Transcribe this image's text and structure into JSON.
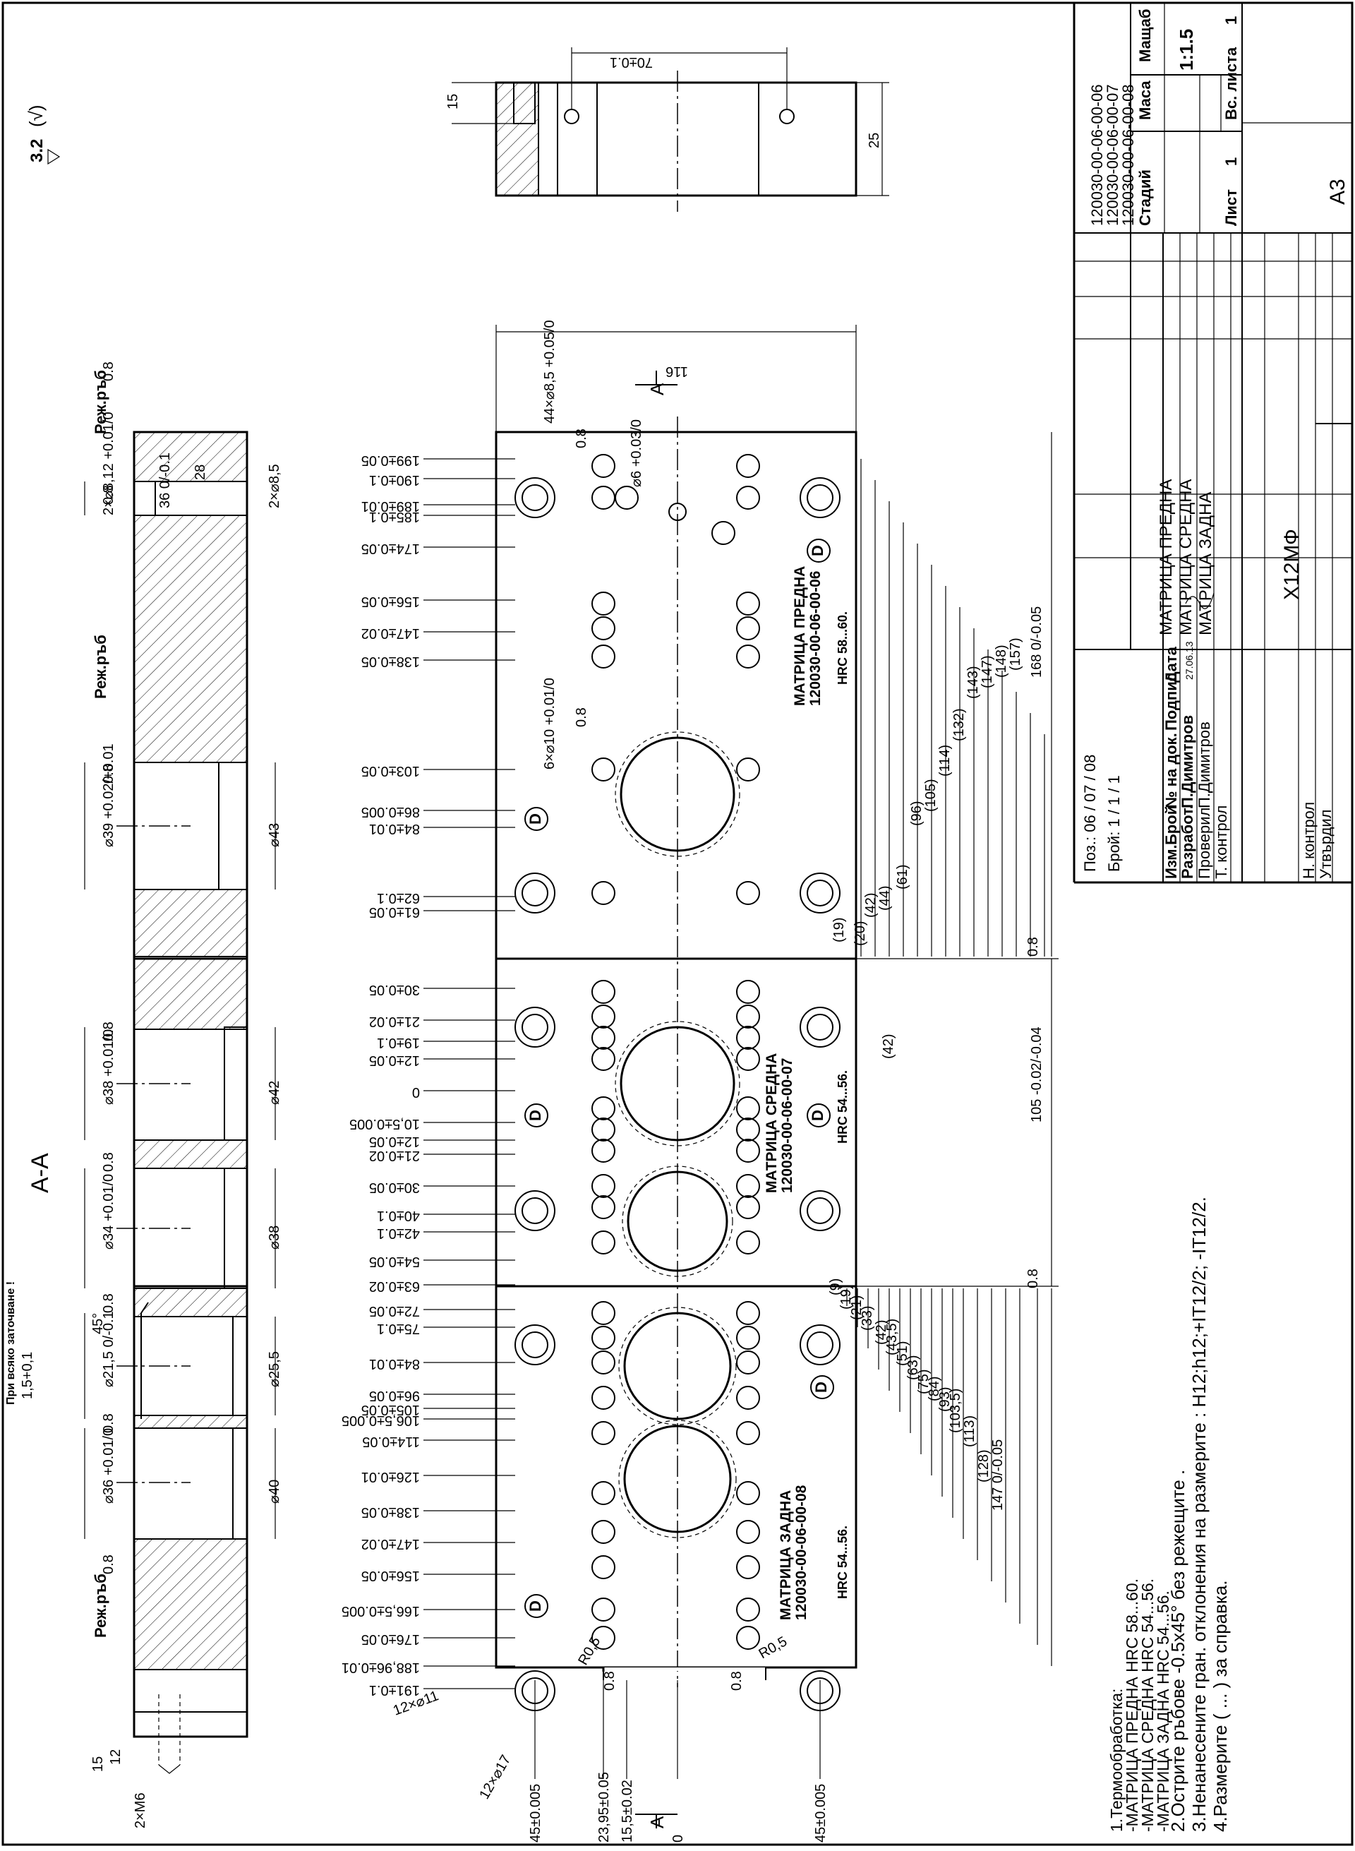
{
  "title_block": {
    "doc_numbers": [
      "120030-00-06-00-06",
      "120030-00-06-00-07",
      "120030-00-06-00-08"
    ],
    "headers": {
      "stage": "Стадий",
      "mass": "Маса",
      "scale": "Мащаб"
    },
    "scale_value": "1:1.5",
    "sheet_label": "Лист",
    "sheet_value": "1",
    "sheets_total_label": "Вс. листа",
    "sheets_total_value": "1",
    "position": "Поз.: 06 / 07 / 08",
    "count": "Брой: 1 / 1 / 1",
    "names": [
      "МАТРИЦА ПРЕДНА",
      "МАТРИЦА СРЕДНА",
      "МАТРИЦА ЗАДНА"
    ],
    "material": "Х12МФ",
    "cols": [
      "Изм.",
      "Брой",
      "№ на док.",
      "Подпис",
      "Дата"
    ],
    "rows": [
      {
        "role": "Разработ.",
        "name": "П.Димитров",
        "date": "27.06.13"
      },
      {
        "role": "Проверил",
        "name": "П.Димитров",
        "date": ""
      },
      {
        "role": "Т. контрол",
        "name": "",
        "date": ""
      },
      {
        "role": "Н. контрол",
        "name": "",
        "date": ""
      },
      {
        "role": "Утвърдил",
        "name": "",
        "date": ""
      }
    ],
    "format": "A3"
  },
  "roughness": "3.2",
  "roughness_extra": "(√)",
  "section_label": "A-A",
  "notes": [
    "1.Термообработка:",
    "-МАТРИЦА ПРЕДНА HRC 58...60.",
    "-МАТРИЦА СРЕДНА HRC 54...56.",
    "-МАТРИЦА ЗАДНА HRC 54...56.",
    "2.Острите ръбове -0.5х45° без режещите .",
    "3.Ненанесените гран. отклонения на размерите : H12;h12;+IT12/2; -IT12/2.",
    "4.Размерите ( ... ) за справка."
  ],
  "plate_labels": [
    {
      "name": "МАТРИЦА ПРЕДНА",
      "num": "120030-00-06-00-06",
      "hrc": "HRC 58...60."
    },
    {
      "name": "МАТРИЦА СРЕДНА",
      "num": "120030-00-06-00-07",
      "hrc": "HRC 54...56."
    },
    {
      "name": "МАТРИЦА ЗАДНА",
      "num": "120030-00-06-00-08",
      "hrc": "HRC 54...56."
    }
  ],
  "section_text": {
    "cut": "Реж.ръб",
    "warn": "При всяко заточване !",
    "warn_dim": "1,5+0,1"
  },
  "dims_left": [
    "199±0.05",
    "190±0.1",
    "189±0.01",
    "185±0.1",
    "174±0.05",
    "156±0.05",
    "147±0.02",
    "138±0.05",
    "103±0.05",
    "86±0.005",
    "84±0.01",
    "62±0.1",
    "61±0.05",
    "30±0.05",
    "21±0.02",
    "19±0.1",
    "12±0.05",
    "0",
    "10,5±0.005",
    "12±0.05",
    "21±0.02",
    "30±0.05",
    "40±0.1",
    "42±0.1",
    "54±0.05",
    "63±0.02",
    "72±0.05",
    "75±0.1",
    "84±0.01",
    "96±0.05",
    "105±0.05",
    "106,5±0.005",
    "114±0.05",
    "126±0.01",
    "138±0.05",
    "147±0.02",
    "156±0.05",
    "166,5±0.005",
    "176±0.05",
    "188,96±0.01",
    "191±0.1"
  ],
  "dims_right": [
    "(19)",
    "(20)",
    "(42)",
    "(44)",
    "(61)",
    "(96)",
    "(105)",
    "(114)",
    "(132)",
    "(143)",
    "(147)",
    "(148)",
    "(157)",
    "168 0/-0.05",
    "(42)",
    "105 -0.02/-0.04",
    "(9)",
    "(19)",
    "(21)",
    "(33)",
    "(42)",
    "(43,5)",
    "(51)",
    "(63)",
    "(75)",
    "(84)",
    "(93)",
    "(103,5)",
    "(113)",
    "(128)",
    "147 0/-0.05"
  ],
  "dims_bottom": [
    "45±0.005",
    "23,95±0.05",
    "15,5±0.02",
    "0",
    "45±0.005"
  ],
  "misc_dims": {
    "top_width": "116",
    "holes_44": "44×⌀8,5 +0.05/0",
    "pin_holes": "⌀6 +0.03/0",
    "holes_6x10": "6×⌀10 +0.01/0",
    "holes_12x17": "12×⌀17",
    "holes_12x11": "12×⌀11",
    "r05a": "R0,5",
    "r05b": "R0,5",
    "side_70": "70±0.1",
    "side_15": "15",
    "side_25": "25",
    "d43": "⌀43",
    "d42": "⌀42",
    "d38": "⌀38",
    "d25_5": "⌀25,5",
    "d40": "⌀40",
    "d39": "⌀39 +0.02/+0.01",
    "d38b": "⌀38 +0.01/0",
    "d34": "⌀34 +0.01/0",
    "d21_5": "⌀21,5 0/-0.1",
    "d36": "⌀36 +0.01/0",
    "d8_12": "2×⌀8,12 +0.01/0",
    "d8_5": "2×⌀8,5",
    "len36": "36 0/-0.1",
    "len28": "28",
    "m6": "2×М6",
    "s15": "15",
    "s12": "12",
    "s45": "45°",
    "ra08": "0.8",
    "letter_d": "D",
    "letter_a": "A"
  }
}
